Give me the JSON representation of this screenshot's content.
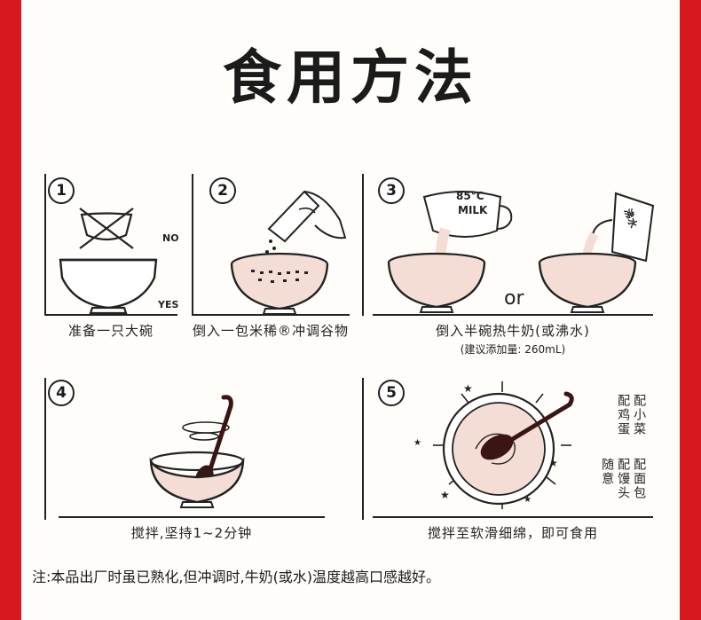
{
  "title": "食用方法",
  "steps": [
    {
      "num": "1",
      "caption": "准备一只大碗",
      "tag_no": "NO",
      "tag_yes": "YES"
    },
    {
      "num": "2",
      "caption": "倒入一包米稀®冲调谷物"
    },
    {
      "num": "3",
      "caption": "倒入半碗热牛奶(或沸水)",
      "subcaption": "(建议添加量: 260mL)",
      "milk_temp": "85°C",
      "milk_label": "MILK",
      "or_text": "or",
      "water_label": "沸水"
    },
    {
      "num": "4",
      "caption": "搅拌,坚持1~2分钟"
    },
    {
      "num": "5",
      "caption": "搅拌至软滑细绵，即可食用",
      "pairings": [
        "配小菜",
        "配鸡蛋",
        "配面包",
        "配馒头",
        "随意"
      ]
    }
  ],
  "note": "注:本品出厂时虽已熟化,但冲调时,牛奶(或水)温度越高口感越好。",
  "colors": {
    "border": "#d7191f",
    "liquid": "#f3ddd4",
    "spoon": "#3a1514"
  }
}
